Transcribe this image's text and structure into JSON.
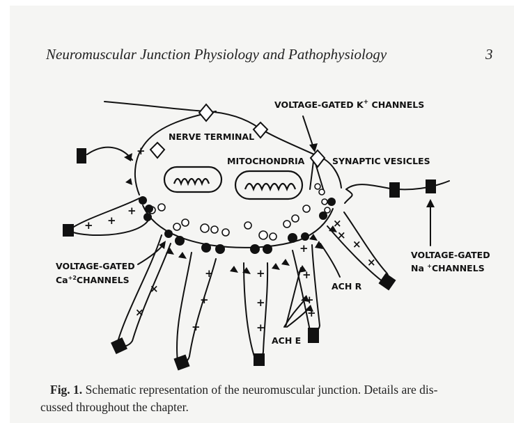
{
  "running_head": "Neuromuscular Junction Physiology and Pathophysiology",
  "page_number": "3",
  "figure": {
    "labels": {
      "k_channels": "VOLTAGE-GATED K",
      "k_sup": "+",
      "k_channels_tail": " CHANNELS",
      "nerve_terminal": "NERVE TERMINAL",
      "mitochondria": "MITOCHONDRIA",
      "synaptic_vesicles": "SYNAPTIC VESICLES",
      "ca_line1": "VOLTAGE-GATED",
      "ca_prefix": "Ca",
      "ca_sup": "+2",
      "ca_suffix": "CHANNELS",
      "na_line1": "VOLTAGE-GATED",
      "na_prefix": "Na ",
      "na_sup": "+",
      "na_suffix": "CHANNELS",
      "ach_r": "ACH R",
      "ach_e": "ACH E"
    }
  },
  "caption": {
    "label": "Fig. 1.",
    "text": " Schematic representation of the neuromuscular junction. Details are dis-",
    "text_tail": "cussed throughout the chapter."
  }
}
